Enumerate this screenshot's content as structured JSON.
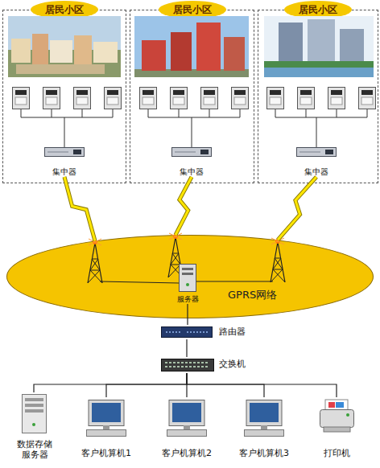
{
  "diagram": {
    "nodes": [
      {
        "text": [
          "居民小区"
        ]
      },
      {
        "text": [
          "集中器"
        ],
        "in": 0
      },
      {
        "text": [
          "居民小区"
        ]
      },
      {
        "text": [
          "集中器"
        ],
        "in": 2
      },
      {
        "text": [
          "居民小区"
        ]
      },
      {
        "text": [
          "集中器"
        ],
        "in": 4
      },
      {
        "text": [
          "GPRS网络"
        ]
      },
      {
        "text": [
          "服务器"
        ],
        "in": 6
      },
      {
        "text": [
          "路由器"
        ]
      },
      {
        "text": [
          "交换机"
        ]
      },
      {
        "text": [
          "数据存储服务器"
        ]
      },
      {
        "text": [
          "客户机算机1"
        ]
      },
      {
        "text": [
          "客户机算机2"
        ]
      },
      {
        "text": [
          "客户机算机3"
        ]
      },
      {
        "text": [
          "打印机"
        ]
      }
    ],
    "edges": [
      {
        "from": 1,
        "to": 6,
        "arrow": "none"
      },
      {
        "from": 3,
        "to": 6,
        "arrow": "none"
      },
      {
        "from": 5,
        "to": 6,
        "arrow": "none"
      },
      {
        "from": 7,
        "to": 8,
        "arrow": "none"
      },
      {
        "from": 8,
        "to": 9,
        "arrow": "none"
      },
      {
        "from": 9,
        "to": 10,
        "arrow": "none"
      },
      {
        "from": 9,
        "to": 11,
        "arrow": "none"
      },
      {
        "from": 9,
        "to": 12,
        "arrow": "none"
      },
      {
        "from": 9,
        "to": 13,
        "arrow": "none"
      },
      {
        "from": 9,
        "to": 14,
        "arrow": "none"
      }
    ]
  }
}
